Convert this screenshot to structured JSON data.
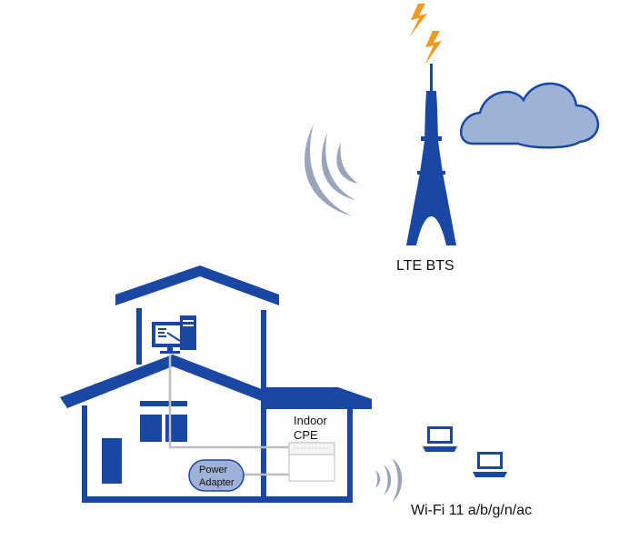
{
  "labels": {
    "bts": "LTE BTS",
    "cpe_line1": "Indoor",
    "cpe_line2": "CPE",
    "power_adapter_line1": "Power",
    "power_adapter_line2": "Adapter",
    "wifi": "Wi-Fi 11 a/b/g/n/ac"
  },
  "colors": {
    "house": "#1a47a3",
    "cloud_fill": "#9db2d6",
    "cloud_stroke": "#1a47a3",
    "signal": "#9aa3bc",
    "lightning": "#f19a23",
    "cable": "#bdbdbd",
    "adapter_fill": "#9db2d6"
  }
}
